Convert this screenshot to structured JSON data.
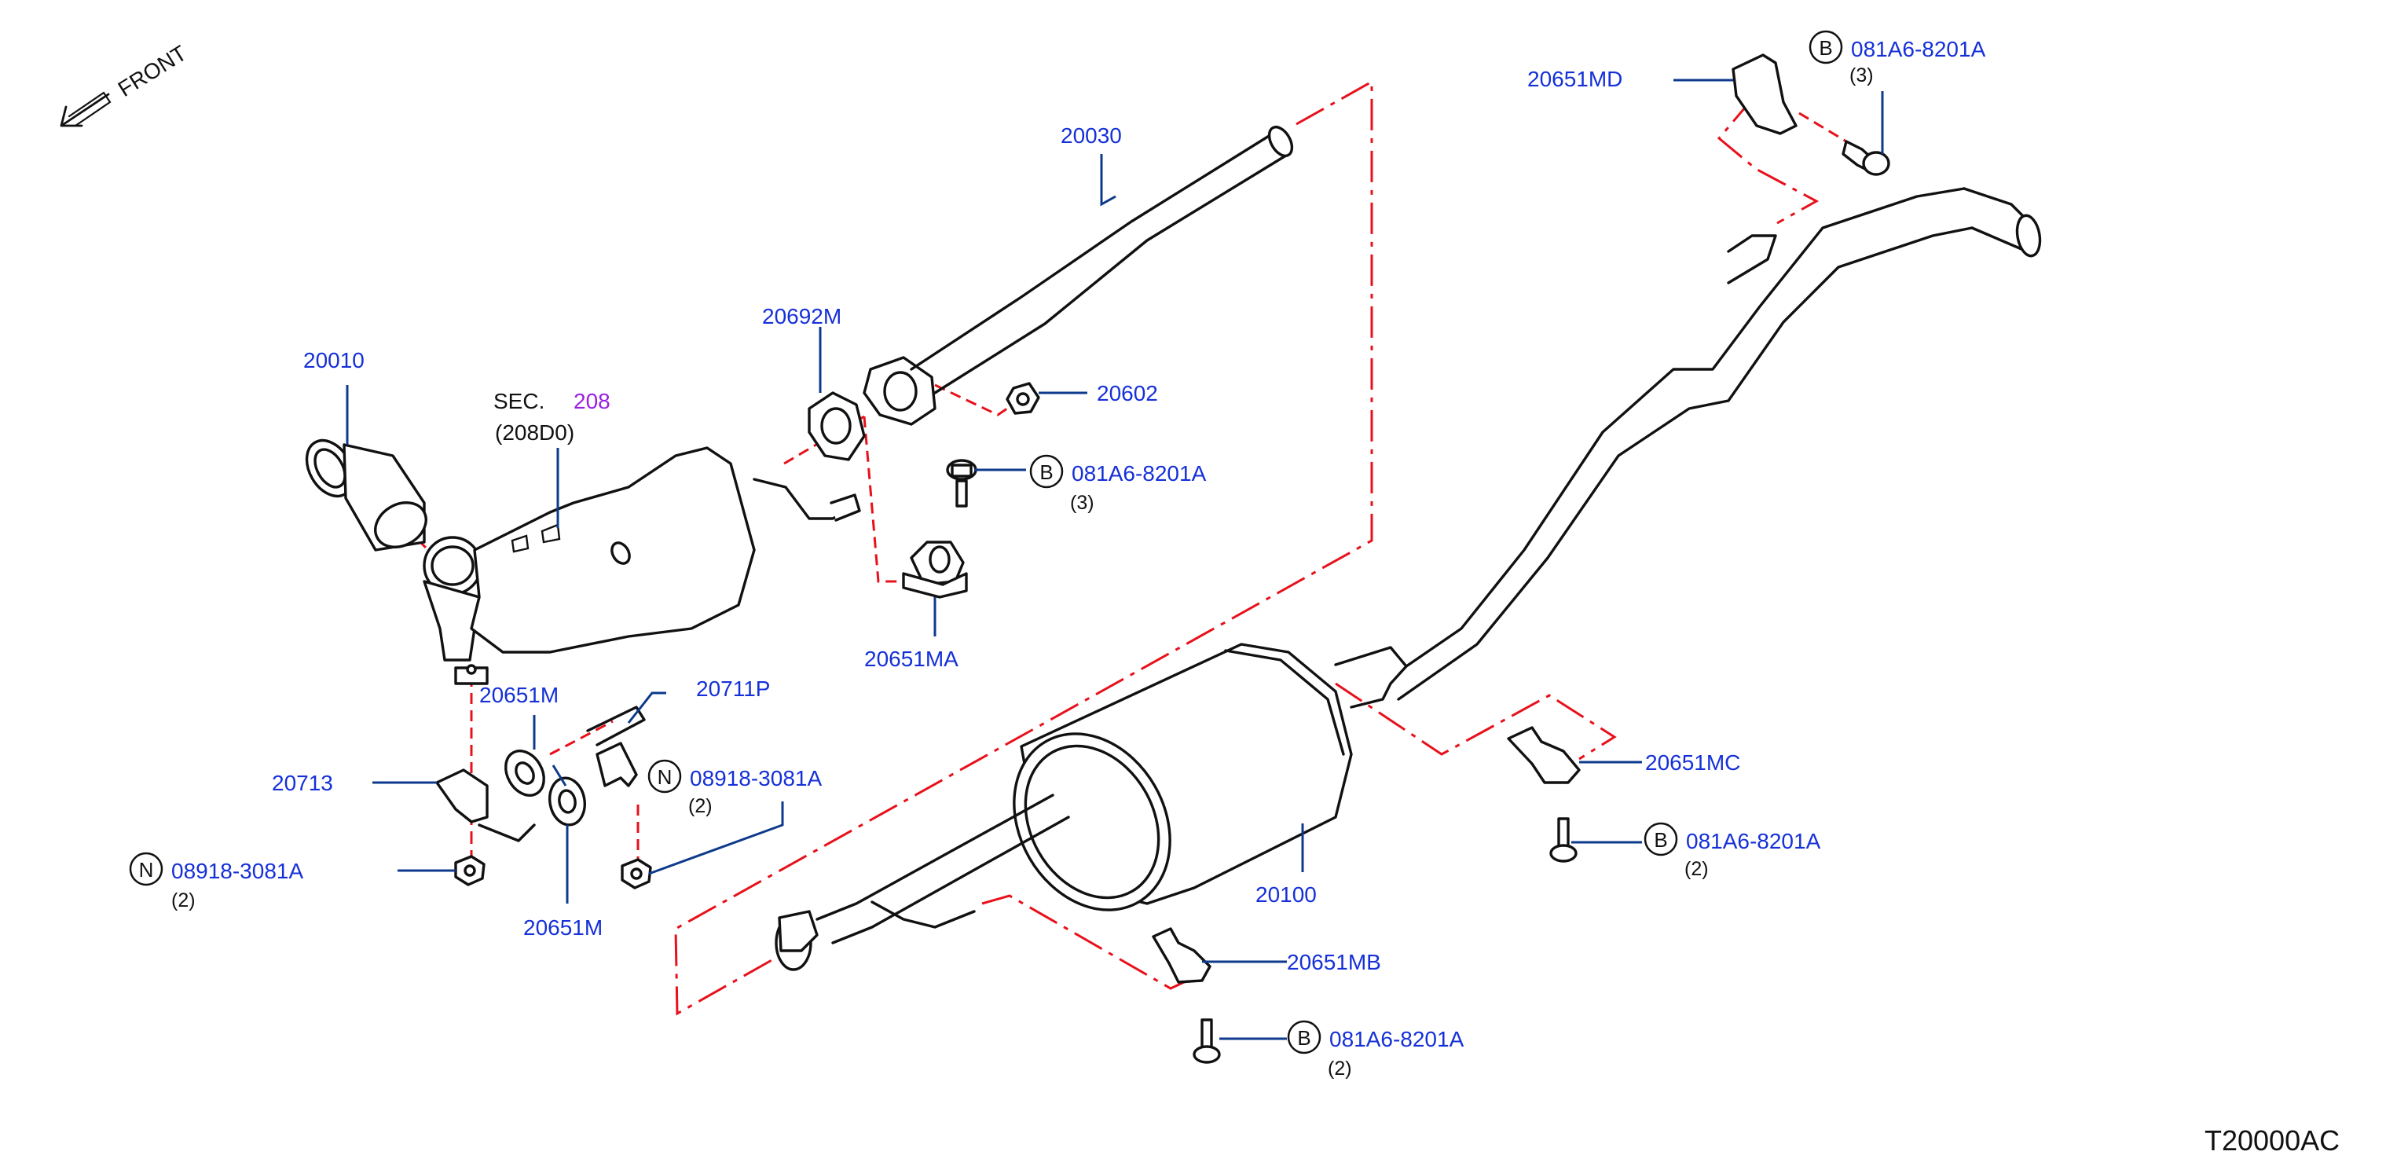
{
  "diagram_code": "T20000AC",
  "front_label": "FRONT",
  "section_ref": {
    "prefix": "SEC.",
    "number": "208",
    "sub": "(208D0)"
  },
  "colors": {
    "label": "#1530d8",
    "leader": "#0d3a8c",
    "dashed_guide": "#e8101a",
    "section_number": "#9a1fe0",
    "line_art": "#111111"
  },
  "parts": {
    "p20010": "20010",
    "p20692M": "20692M",
    "p20030": "20030",
    "p20602": "20602",
    "p20651MA": "20651MA",
    "p20651M_top": "20651M",
    "p20711P": "20711P",
    "p20713": "20713",
    "p20651M_bottom": "20651M",
    "p20100": "20100",
    "p20651MB": "20651MB",
    "p20651MC": "20651MC",
    "p20651MD": "20651MD"
  },
  "fasteners": {
    "b_center": {
      "symbol": "B",
      "code": "081A6-8201A",
      "qty": "(3)"
    },
    "n_center": {
      "symbol": "N",
      "code": "08918-3081A",
      "qty": "(2)"
    },
    "n_left": {
      "symbol": "N",
      "code": "08918-3081A",
      "qty": "(2)"
    },
    "b_mb": {
      "symbol": "B",
      "code": "081A6-8201A",
      "qty": "(2)"
    },
    "b_mc": {
      "symbol": "B",
      "code": "081A6-8201A",
      "qty": "(2)"
    },
    "b_md": {
      "symbol": "B",
      "code": "081A6-8201A",
      "qty": "(3)"
    }
  }
}
